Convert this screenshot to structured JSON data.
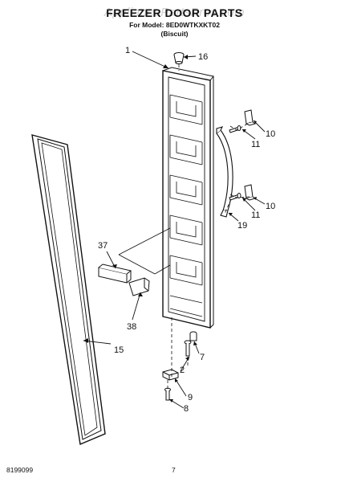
{
  "page": {
    "watermark": "AppliancePartsPros.com",
    "title": "FREEZER DOOR PARTS",
    "model_line": "For Model: 8ED0WTKXKT02",
    "color_line": "(Biscuit)",
    "doc_number": "8199099",
    "page_number": "7"
  },
  "callouts": {
    "c1": "1",
    "c16": "16",
    "c10a": "10",
    "c11a": "11",
    "c10b": "10",
    "c11b": "11",
    "c19": "19",
    "c37": "37",
    "c38": "38",
    "c15": "15",
    "c7": "7",
    "c2": "2",
    "c9": "9",
    "c8": "8"
  }
}
